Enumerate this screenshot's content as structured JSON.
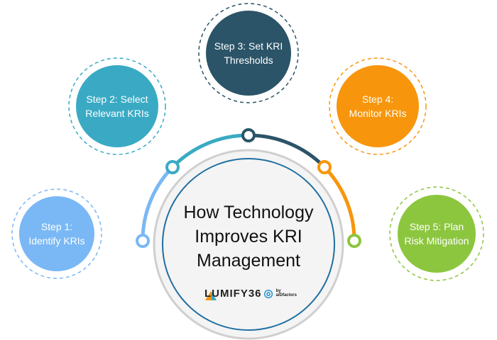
{
  "title": [
    "How Technology",
    "Improves KRI",
    "Management"
  ],
  "logo": {
    "brand": "LUMIFY36",
    "suffix": "by aiDfactors"
  },
  "steps": [
    {
      "line1": "Step 1:",
      "line2": "Identify KRIs",
      "color": "#7ab8f5"
    },
    {
      "line1": "Step 2: Select",
      "line2": "Relevant KRIs",
      "color": "#3aaac4"
    },
    {
      "line1": "Step 3: Set KRI",
      "line2": "Thresholds",
      "color": "#2b5468"
    },
    {
      "line1": "Step 4:",
      "line2": "Monitor KRIs",
      "color": "#f7960c"
    },
    {
      "line1": "Step 5: Plan",
      "line2": "Risk Mitigation",
      "color": "#8cc63f"
    }
  ]
}
